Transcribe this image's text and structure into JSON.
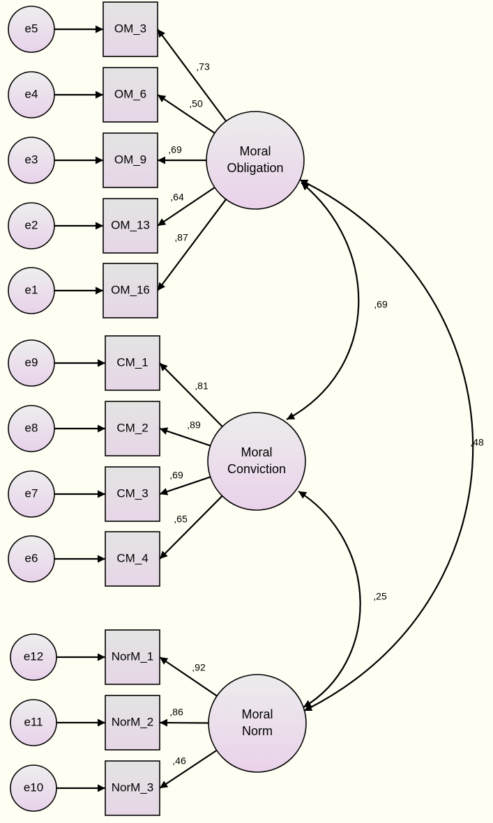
{
  "latents": {
    "mo": {
      "line1": "Moral",
      "line2": "Obligation"
    },
    "mc": {
      "line1": "Moral",
      "line2": "Conviction"
    },
    "mn": {
      "line1": "Moral",
      "line2": "Norm"
    }
  },
  "indicators": [
    {
      "error": "e5",
      "observed": "OM_3",
      "loading": ",73"
    },
    {
      "error": "e4",
      "observed": "OM_6",
      "loading": ",50"
    },
    {
      "error": "e3",
      "observed": "OM_9",
      "loading": ",69"
    },
    {
      "error": "e2",
      "observed": "OM_13",
      "loading": ",64"
    },
    {
      "error": "e1",
      "observed": "OM_16",
      "loading": ",87"
    },
    {
      "error": "e9",
      "observed": "CM_1",
      "loading": ",81"
    },
    {
      "error": "e8",
      "observed": "CM_2",
      "loading": ",89"
    },
    {
      "error": "e7",
      "observed": "CM_3",
      "loading": ",69"
    },
    {
      "error": "e6",
      "observed": "CM_4",
      "loading": ",65"
    },
    {
      "error": "e12",
      "observed": "NorM_1",
      "loading": ",92"
    },
    {
      "error": "e11",
      "observed": "NorM_2",
      "loading": ",86"
    },
    {
      "error": "e10",
      "observed": "NorM_3",
      "loading": ",46"
    }
  ],
  "covariances": {
    "mo_mc": ",69",
    "mc_mn": ",25",
    "mo_mn": ",48"
  }
}
